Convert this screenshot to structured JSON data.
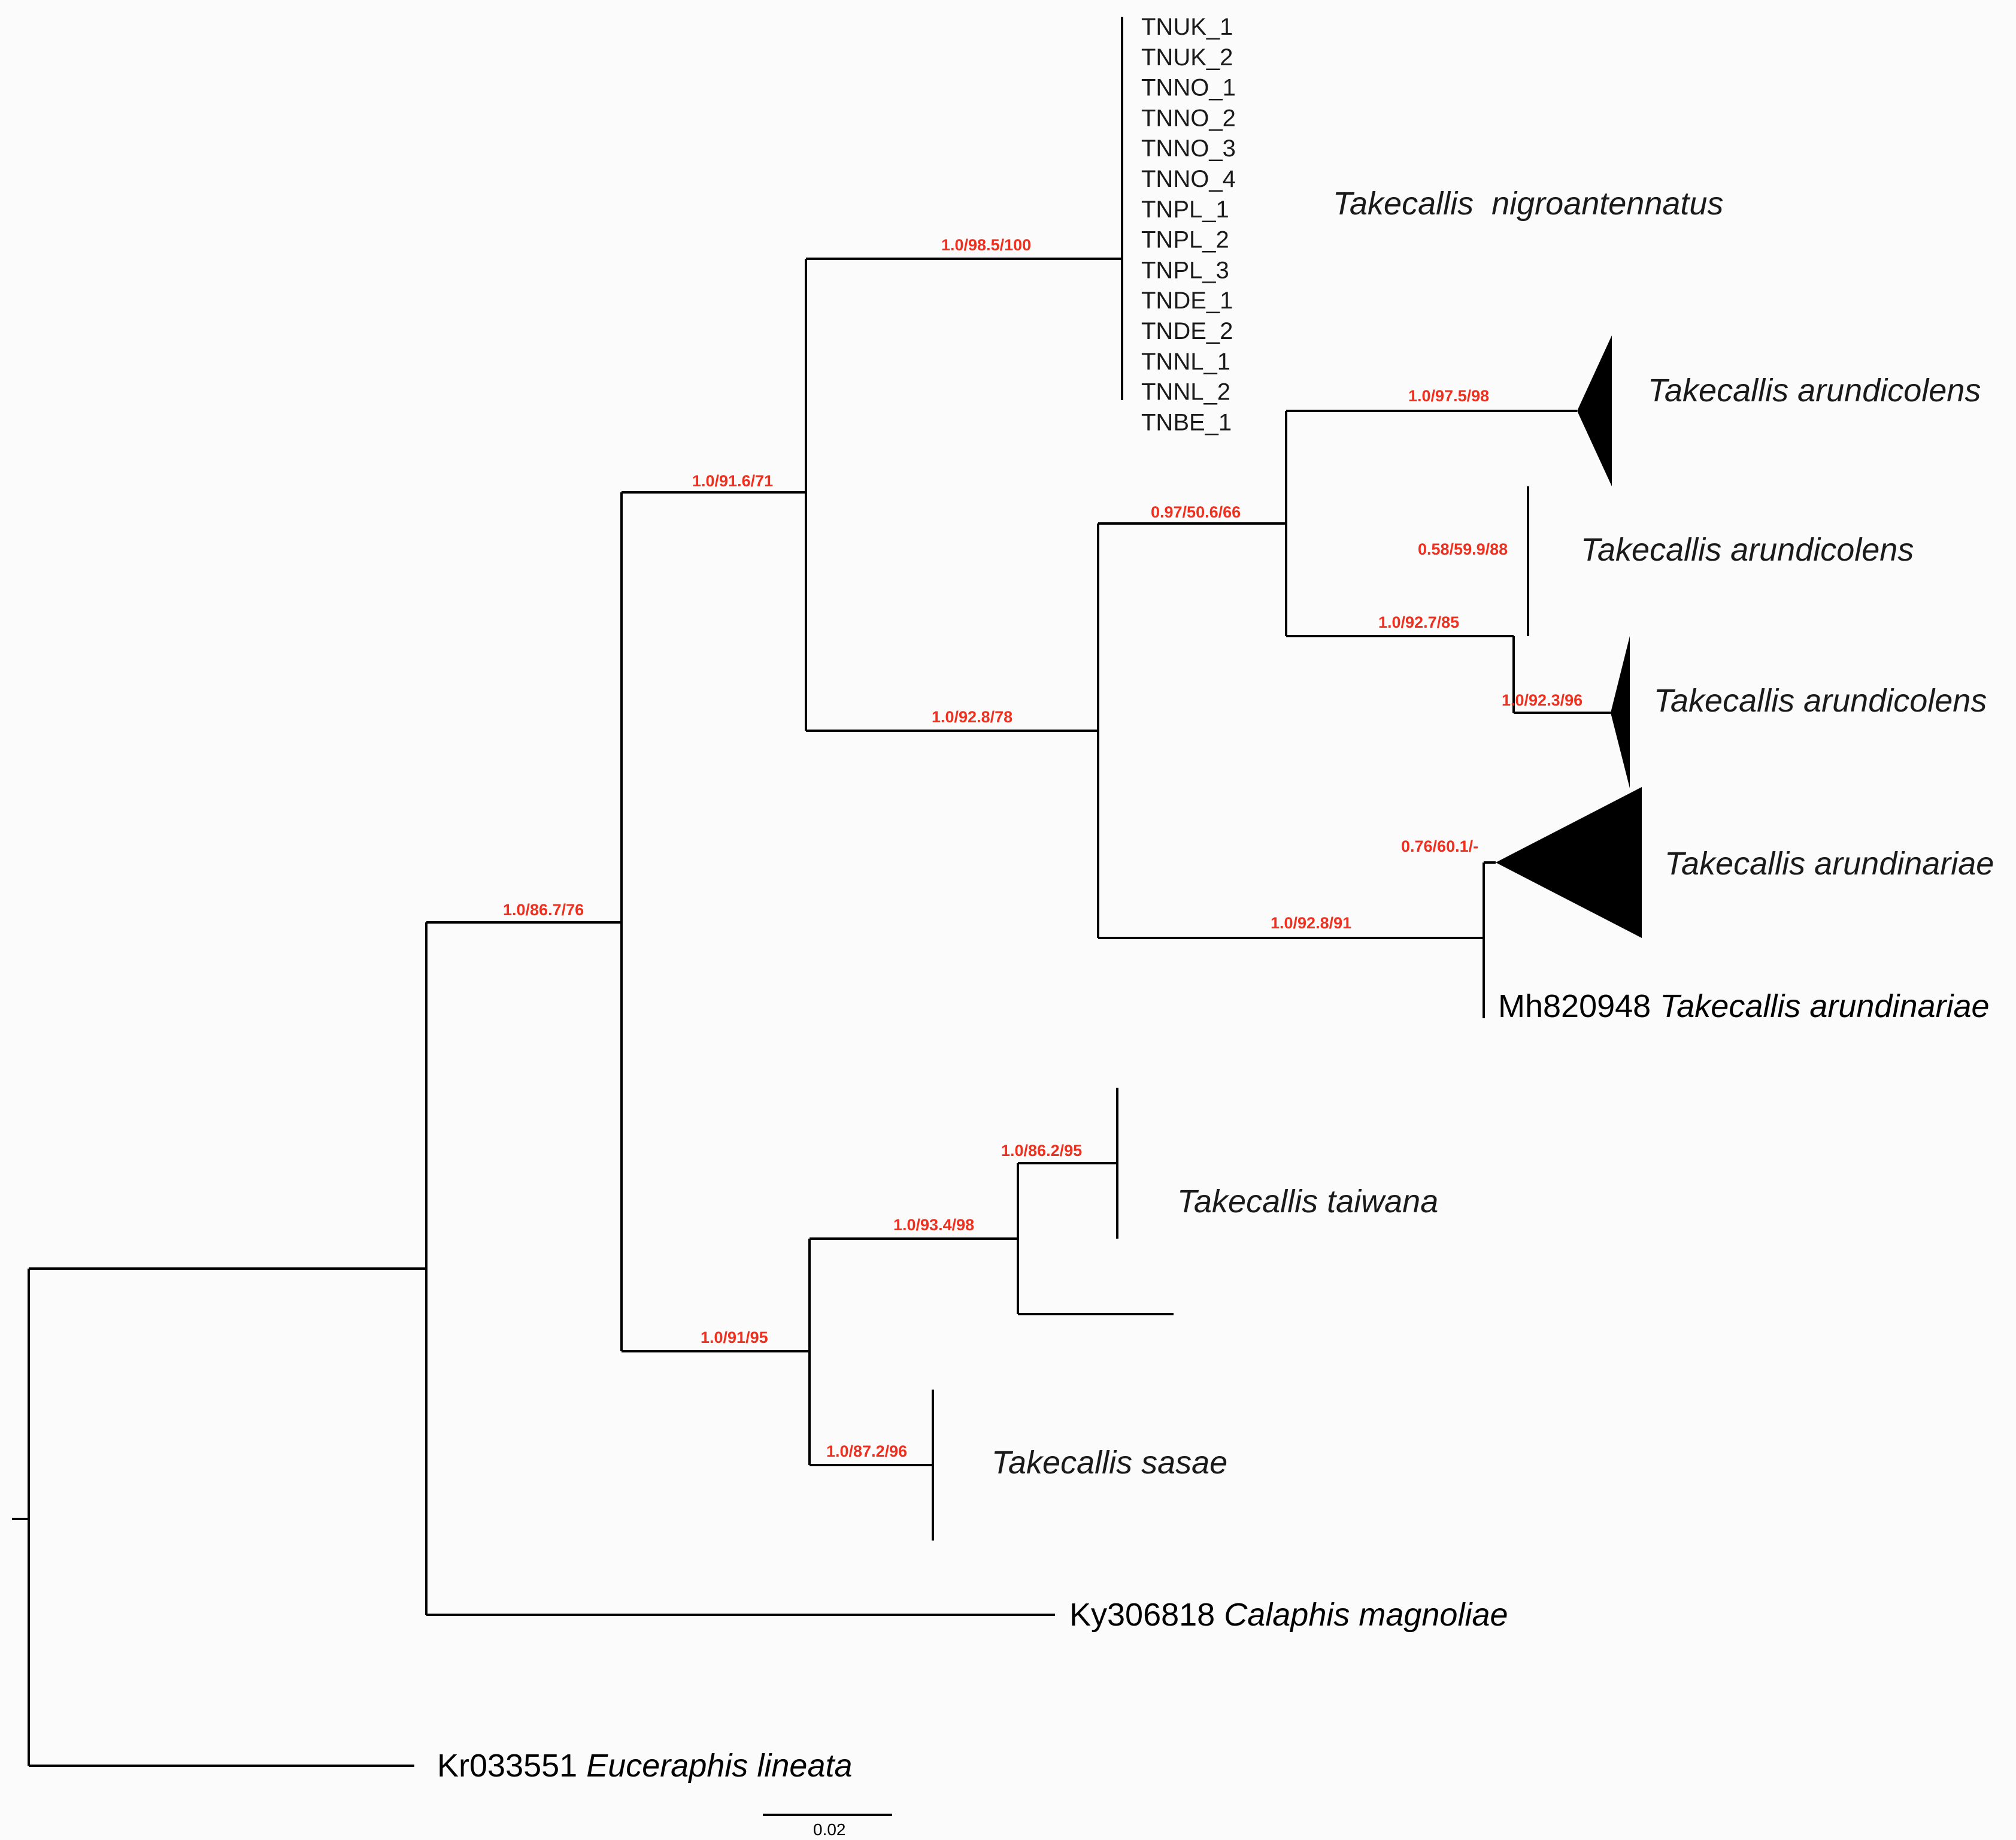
{
  "tree": {
    "nigro_tips": [
      "TNUK_1",
      "TNUK_2",
      "TNNO_1",
      "TNNO_2",
      "TNNO_3",
      "TNNO_4",
      "TNPL_1",
      "TNPL_2",
      "TNPL_3",
      "TNDE_1",
      "TNDE_2",
      "TNNL_1",
      "TNNL_2",
      "TNBE_1"
    ],
    "species": {
      "nigroantennatus": "Takecallis  nigroantennatus",
      "arundicolens_1": "Takecallis arundicolens",
      "arundicolens_2": "Takecallis arundicolens",
      "arundicolens_3": "Takecallis arundicolens",
      "arundinariae_clade": "Takecallis arundinariae",
      "arundinariae_acc": "Mh820948",
      "arundinariae_sp": "Takecallis arundinariae",
      "taiwana": "Takecallis taiwana",
      "sasae": "Takecallis sasae",
      "calaphis_acc": "Ky306818",
      "calaphis_sp": "Calaphis magnoliae",
      "euceraphis_acc": "Kr033551",
      "euceraphis_sp": "Euceraphis lineata"
    },
    "support": {
      "s_nigro": "1.0/98.5/100",
      "s_a": "1.0/91.6/71",
      "s_b": "1.0/86.7/76",
      "s_c": "0.97/50.6/66",
      "s_arund1": "1.0/97.5/98",
      "s_arund2": "0.58/59.9/88",
      "s_d": "1.0/92.7/85",
      "s_arund3": "1.0/92.3/96",
      "s_e": "1.0/92.8/78",
      "s_arundin_clade": "0.76/60.1/-",
      "s_f": "1.0/92.8/91",
      "s_taiwana": "1.0/86.2/95",
      "s_g": "1.0/93.4/98",
      "s_h": "1.0/91/95",
      "s_sasae": "1.0/87.2/96"
    },
    "scale_bar": "0.02",
    "support_color": "#f0301e"
  }
}
